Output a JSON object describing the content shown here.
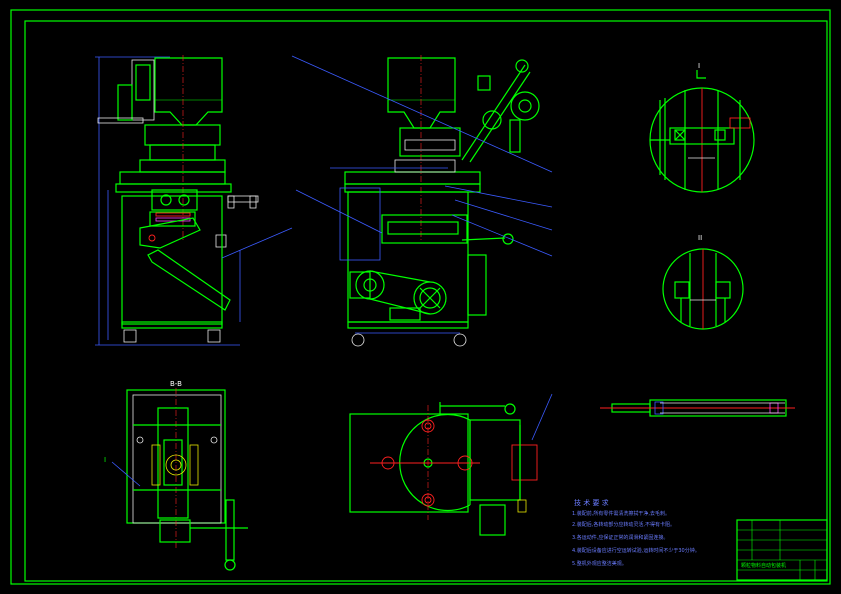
{
  "views": {
    "section_bb": {
      "label": "B-B"
    },
    "detail_1": {
      "label": "I"
    },
    "detail_2": {
      "label": "II"
    },
    "callout_1": {
      "label": "I"
    }
  },
  "notes": {
    "title": "技 术 要 求",
    "lines": [
      "1.装配前,所有零件需清洗擦拭干净,去毛刺。",
      "2.装配后,各转动部分应转动灵活,不得有卡阻。",
      "3.各运动件,应保证正常的润滑和紧固连接。",
      "4.装配后设备应进行空运转试验,运转时间不少于30分钟。",
      "5.整机外观应整洁美观。"
    ]
  },
  "title_block": {
    "drawing_name": "颗粒物料自动包装机"
  },
  "colors": {
    "frame": "#00ff00",
    "dimension": "#3b5bff",
    "centerline": "#ff2020",
    "background": "#000000"
  }
}
